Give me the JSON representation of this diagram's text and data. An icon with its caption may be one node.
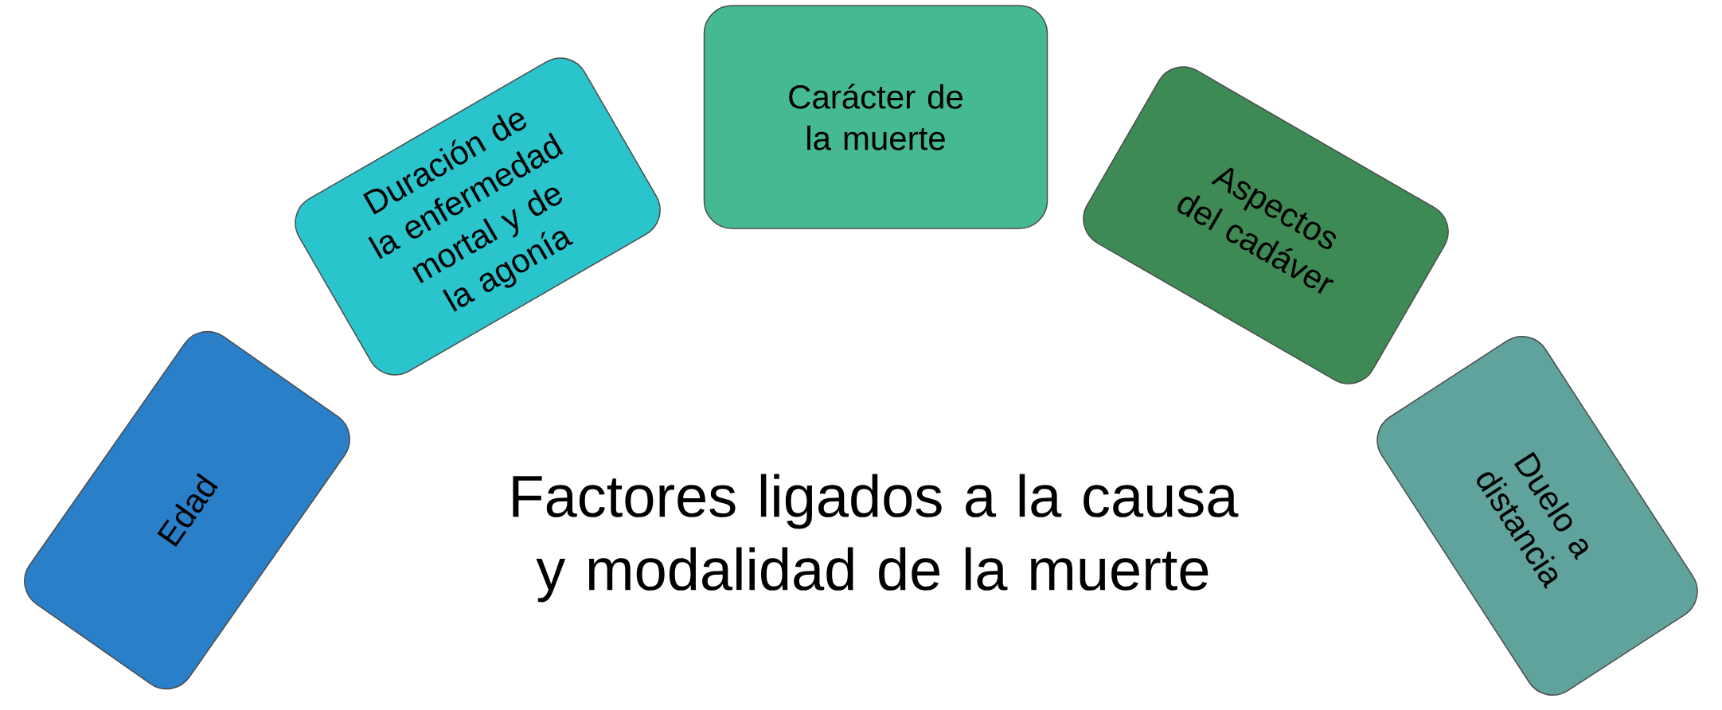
{
  "diagram": {
    "title": "Factores ligados a la causa y modalidad de la muerte",
    "nodes": [
      {
        "text": [
          "Edad"
        ]
      },
      {
        "text": [
          "Duración de la enfermedad mortal y de la agonía"
        ]
      },
      {
        "text": [
          "Carácter de la muerte"
        ]
      },
      {
        "text": [
          "Aspectos del cadáver"
        ]
      },
      {
        "text": [
          "Duelo a distancia"
        ]
      }
    ]
  }
}
